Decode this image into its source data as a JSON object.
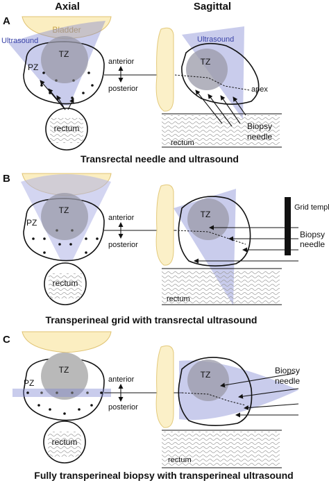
{
  "headers": {
    "axial": "Axial",
    "sagittal": "Sagittal"
  },
  "panels": [
    {
      "letter": "A",
      "caption": "Transrectal needle and ultrasound",
      "bladder": "Bladder",
      "ultrasound_axial": "Ultrasound",
      "ultrasound_sagittal": "Ultrasound",
      "tz_axial": "TZ",
      "tz_sagittal": "TZ",
      "pz": "PZ",
      "rectum_axial": "rectum",
      "rectum_sagittal": "rectum",
      "anterior": "anterior",
      "posterior": "posterior",
      "apex": "apex",
      "biopsy": "Biopsy",
      "needle": "needle"
    },
    {
      "letter": "B",
      "caption": "Transperineal grid with transrectal ultrasound",
      "tz_axial": "TZ",
      "tz_sagittal": "TZ",
      "pz": "PZ",
      "rectum_axial": "rectum",
      "rectum_sagittal": "rectum",
      "anterior": "anterior",
      "posterior": "posterior",
      "grid_template": "Grid template",
      "biopsy": "Biopsy",
      "needle": "needle"
    },
    {
      "letter": "C",
      "caption": "Fully transperineal biopsy with transperineal ultrasound",
      "tz_axial": "TZ",
      "tz_sagittal": "TZ",
      "pz": "PZ",
      "rectum_axial": "rectum",
      "rectum_sagittal": "rectum",
      "anterior": "anterior",
      "posterior": "posterior",
      "biopsy": "Biopsy",
      "needle": "needle"
    }
  ]
}
